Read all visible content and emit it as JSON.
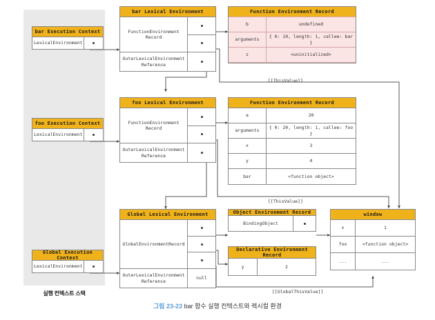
{
  "figure": {
    "number": "그림 23-23",
    "caption": "bar 함수 실행 컨텍스트와 렉시컬 환경"
  },
  "stack": {
    "caption": "실행 컨텍스트 스택",
    "contexts": [
      {
        "title": "bar Execution Context",
        "field": "LexicalEnvironment"
      },
      {
        "title": "foo Execution Context",
        "field": "LexicalEnvironment"
      },
      {
        "title": "Global Execution Context",
        "field": "LexicalEnvironment"
      }
    ]
  },
  "lexical_environments": [
    {
      "title": "bar Lexical Environment",
      "record_label": "FunctionEnvironment\nRecord",
      "outer_label": "OuterLexicalEnvironment\nReference",
      "outer_value": ""
    },
    {
      "title": "foo Lexical Environment",
      "record_label": "FunctionEnvironment\nRecord",
      "outer_label": "OuterLexicalEnvironment\nReference",
      "outer_value": ""
    },
    {
      "title": "Global Lexical Environment",
      "record_label": "GlobalEnvironmentRecord",
      "outer_label": "OuterLexicalEnvironment\nReference",
      "outer_value": "null"
    }
  ],
  "records": {
    "bar_fer": {
      "title": "Function Environment Record",
      "rows": [
        {
          "key": "b",
          "value": "undefined"
        },
        {
          "key": "arguments",
          "value": "{ 0: 10, length: 1, callee: bar }"
        },
        {
          "key": "z",
          "value": "<uninitialized>"
        }
      ]
    },
    "foo_fer": {
      "title": "Function Environment Record",
      "rows": [
        {
          "key": "a",
          "value": "20"
        },
        {
          "key": "arguments",
          "value": "{ 0: 20, length: 1, callee: foo }"
        },
        {
          "key": "x",
          "value": "3"
        },
        {
          "key": "y",
          "value": "4"
        },
        {
          "key": "bar",
          "value": "<function object>"
        }
      ]
    },
    "object_env_record": {
      "title": "Object Environment Record",
      "rows": [
        {
          "key": "BindingObject",
          "value": ""
        }
      ]
    },
    "declarative_env_record": {
      "title": "Declarative Environment Record",
      "rows": [
        {
          "key": "y",
          "value": "2"
        }
      ]
    },
    "window": {
      "title": "window",
      "rows": [
        {
          "key": "x",
          "value": "1"
        },
        {
          "key": "foo",
          "value": "<function object>"
        },
        {
          "key": "...",
          "value": "..."
        }
      ]
    }
  },
  "annotations": {
    "this_value_bar": "[[ThisValue]]",
    "this_value_foo": "[[ThisValue]]",
    "global_this_value": "[[GlobalThisValue]]"
  },
  "colors": {
    "header_yellow": "#f0b21a",
    "record_pink": "#fbe4e4",
    "stack_gray": "#e9e9e9",
    "caption_blue": "#5b9bd5",
    "line": "#555555"
  }
}
